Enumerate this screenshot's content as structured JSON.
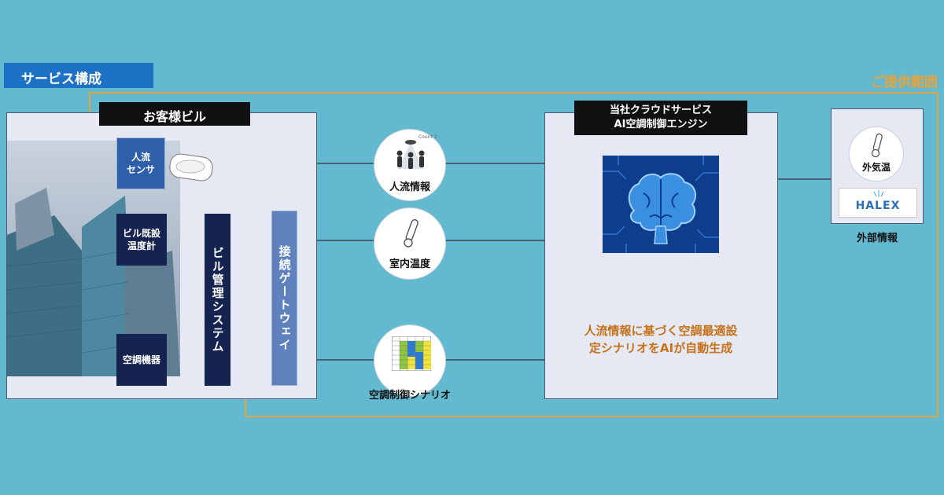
{
  "banner": {
    "title": "サービス構成"
  },
  "scope": {
    "label": "ご提供範囲"
  },
  "customer_building": {
    "title": "お客様ビル",
    "people_sensor": "人流\nセンサ",
    "building_thermometer": "ビル既設\n温度計",
    "hvac_equipment": "空調機器",
    "bms": "ビル管理システム",
    "gateway": "接続ゲートウェイ"
  },
  "cloud": {
    "title_line1": "当社クラウドサービス",
    "title_line2": "AI空調制御エンジン",
    "description_line1": "人流情報に基づく空調最適設",
    "description_line2": "定シナリオをAIが自動生成"
  },
  "flows": {
    "people_info": "人流情報",
    "indoor_temp": "室内温度",
    "hvac_scenario": "空調制御シナリオ",
    "count_label": "Count 2"
  },
  "external": {
    "outdoor_temp": "外気温",
    "halex_logo": "HALEX",
    "label": "外部情報"
  },
  "colors": {
    "background": "#62b9d0",
    "banner": "#1e72c6",
    "scope": "#e8a33a",
    "navy": "#14234f"
  }
}
